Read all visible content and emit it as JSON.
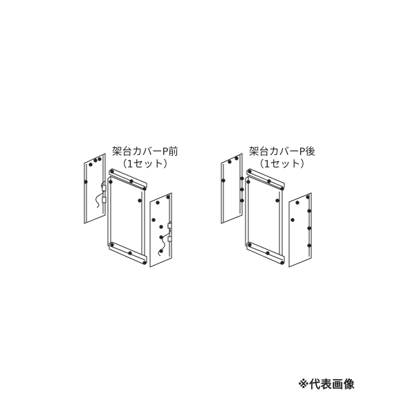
{
  "products": [
    {
      "name": "架台カバーP前",
      "quantity": "（1セット）",
      "variant": "front"
    },
    {
      "name": "架台カバーP後",
      "quantity": "（1セット）",
      "variant": "rear"
    }
  ],
  "footnote": "※代表画像",
  "colors": {
    "line": "#222222",
    "panel_fill": "#ffffff",
    "background": "#ffffff"
  }
}
